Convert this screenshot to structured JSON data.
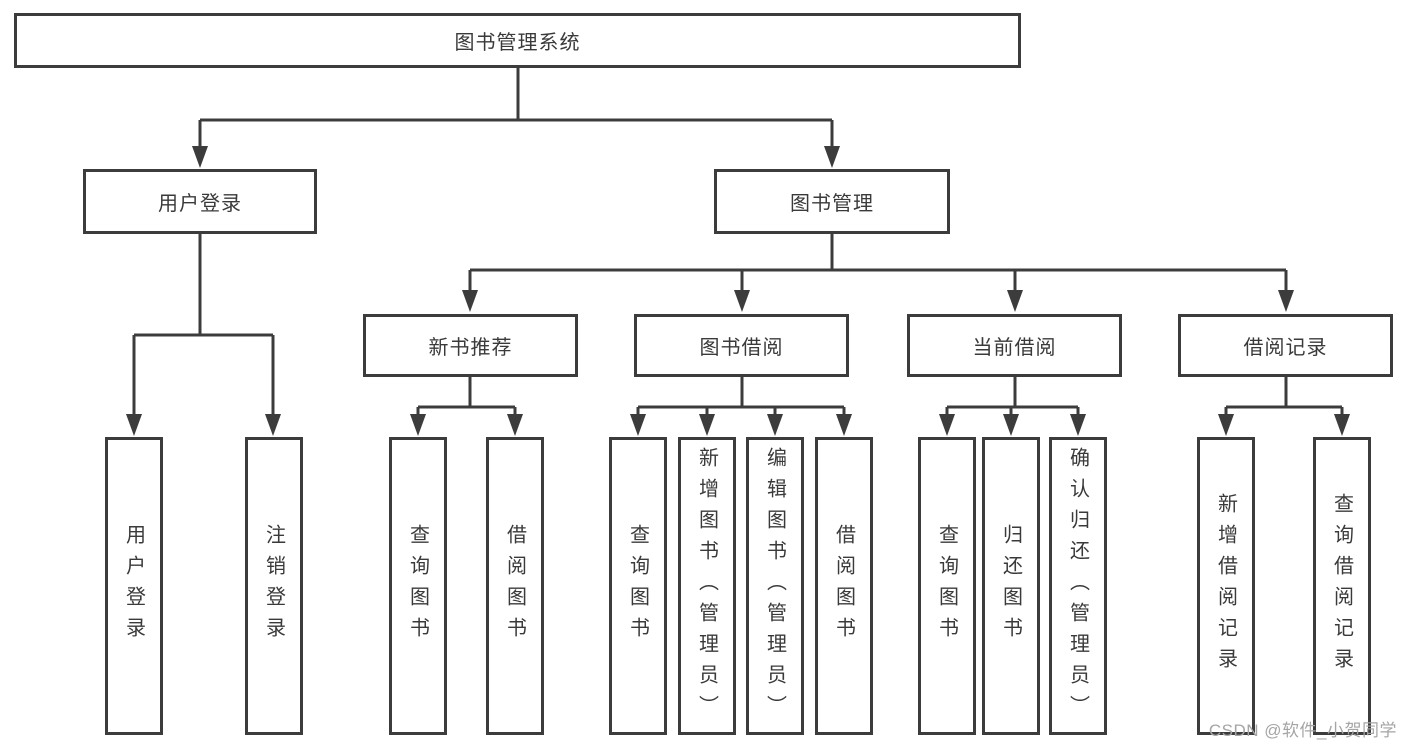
{
  "diagram": {
    "root": {
      "label": "图书管理系统"
    },
    "branches": {
      "user_login": {
        "label": "用户登录",
        "children": [
          "用户登录",
          "注销登录"
        ]
      },
      "book_management": {
        "label": "图书管理"
      }
    },
    "sections": [
      {
        "label": "新书推荐",
        "children": [
          "查询图书",
          "借阅图书"
        ]
      },
      {
        "label": "图书借阅",
        "children": [
          "查询图书",
          "新增图书（管理员）",
          "编辑图书（管理员）",
          "借阅图书"
        ]
      },
      {
        "label": "当前借阅",
        "children": [
          "查询图书",
          "归还图书",
          "确认归还（管理员）"
        ]
      },
      {
        "label": "借阅记录",
        "children": [
          "新增借阅记录",
          "查询借阅记录"
        ]
      }
    ]
  },
  "watermark": "CSDN @软件_小贺同学",
  "colors": {
    "line": "#3c3c3c",
    "text": "#3a3a3a",
    "background": "#ffffff",
    "watermark": "#a5a5a5"
  }
}
